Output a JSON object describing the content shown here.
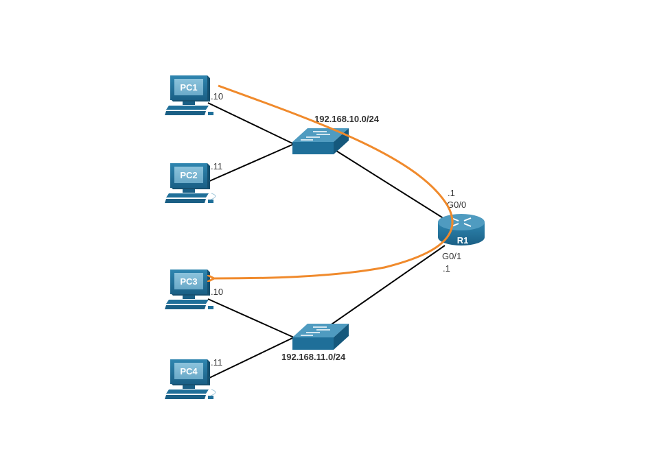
{
  "topology": {
    "pcs": [
      {
        "id": "PC1",
        "label": "PC1",
        "host": ".10"
      },
      {
        "id": "PC2",
        "label": "PC2",
        "host": ".11"
      },
      {
        "id": "PC3",
        "label": "PC3",
        "host": ".10"
      },
      {
        "id": "PC4",
        "label": "PC4",
        "host": ".11"
      }
    ],
    "switches": [
      {
        "id": "S1",
        "network": "192.168.10.0/24"
      },
      {
        "id": "S2",
        "network": "192.168.11.0/24"
      }
    ],
    "router": {
      "label": "R1",
      "g00": {
        "name": "G0/0",
        "host": ".1"
      },
      "g01": {
        "name": "G0/1",
        "host": ".1"
      }
    },
    "flow": {
      "from": "PC1",
      "to": "PC3",
      "via": "R1",
      "color": "#f08a2c"
    },
    "colors": {
      "device": "#1f6f99",
      "device_light": "#5fa5c6",
      "link": "#000000"
    }
  }
}
